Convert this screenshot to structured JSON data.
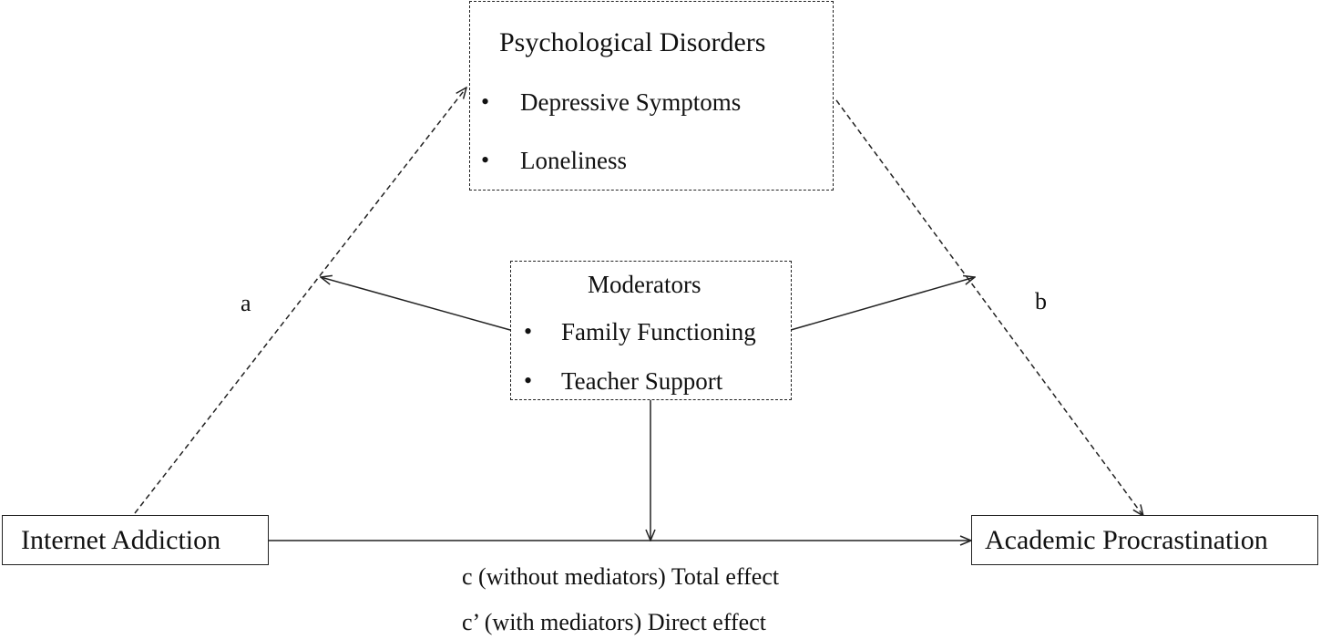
{
  "mediator": {
    "title": "Psychological Disorders",
    "items": [
      "Depressive Symptoms",
      "Loneliness"
    ]
  },
  "moderator": {
    "title": "Moderators",
    "items": [
      "Family Functioning",
      "Teacher Support"
    ]
  },
  "bullet": "•",
  "nodes": {
    "independent": "Internet Addiction",
    "dependent": "Academic Procrastination"
  },
  "paths": {
    "a": "a",
    "b": "b",
    "c_total": "c (without mediators) Total effect",
    "c_direct": "c’ (with mediators) Direct effect"
  }
}
